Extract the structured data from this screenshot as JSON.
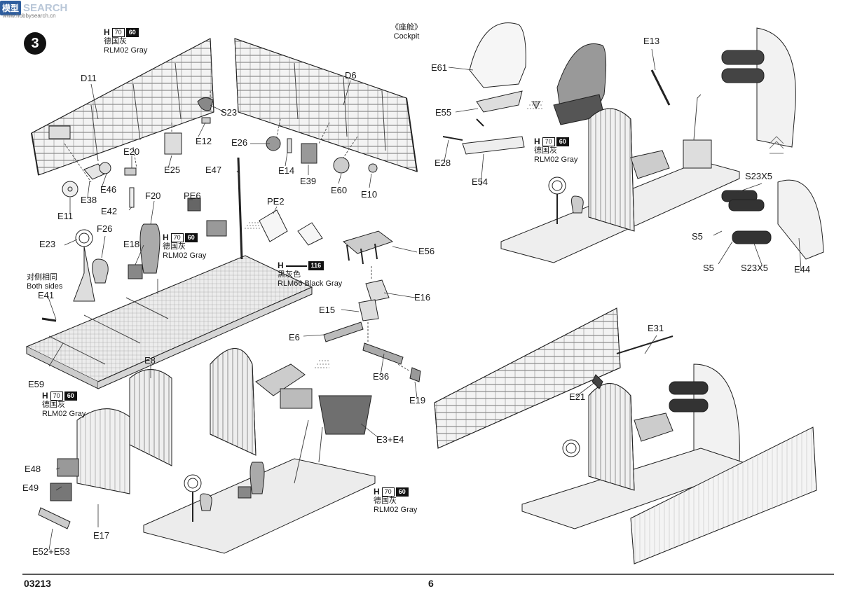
{
  "watermark": {
    "logo": "模型",
    "text": "SEARCH",
    "site": "www.hobbysearch.cn"
  },
  "header": {
    "step_number": "3",
    "caption_cn": "《座舱》",
    "caption_en": "Cockpit"
  },
  "paint_callouts": [
    {
      "id": "p1",
      "h": "H",
      "c1": "70",
      "c2": "60",
      "cn": "德国灰",
      "en": "RLM02 Gray"
    },
    {
      "id": "p2",
      "h": "H",
      "c1": "70",
      "c2": "60",
      "cn": "德国灰",
      "en": "RLM02 Gray"
    },
    {
      "id": "p3",
      "h": "H",
      "c1": "70",
      "c2": "60",
      "cn": "德国灰",
      "en": "RLM02 Gray"
    },
    {
      "id": "p4",
      "h": "H",
      "c1": "",
      "c2": "116",
      "cn": "黑灰色",
      "en": "RLM66 Black Gray"
    },
    {
      "id": "p5",
      "h": "H",
      "c1": "70",
      "c2": "60",
      "cn": "德国灰",
      "en": "RLM02 Gray"
    },
    {
      "id": "p6",
      "h": "H",
      "c1": "70",
      "c2": "60",
      "cn": "德国灰",
      "en": "RLM02 Gray"
    }
  ],
  "both_sides": {
    "cn": "对侧相同",
    "en": "Both sides"
  },
  "parts": {
    "D11": "D11",
    "D6": "D6",
    "S23": "S23",
    "E12": "E12",
    "E26": "E26",
    "E14": "E14",
    "E39": "E39",
    "E60": "E60",
    "E10": "E10",
    "E25": "E25",
    "E20": "E20",
    "E46": "E46",
    "E38": "E38",
    "E42": "E42",
    "E11": "E11",
    "E47": "E47",
    "F20": "F20",
    "PE6": "PE6",
    "PE2": "PE2",
    "E23": "E23",
    "F26": "F26",
    "E18": "E18",
    "E41": "E41",
    "E59": "E59",
    "E8": "E8",
    "E48": "E48",
    "E49": "E49",
    "E17": "E17",
    "E52E53": "E52+E53",
    "E56": "E56",
    "E16": "E16",
    "E15": "E15",
    "E6": "E6",
    "E36": "E36",
    "E19": "E19",
    "E3E4": "E3+E4",
    "E61": "E61",
    "E55": "E55",
    "E28": "E28",
    "E54": "E54",
    "E13": "E13",
    "S23X5a": "S23X5",
    "S5a": "S5",
    "S5b": "S5",
    "S23X5b": "S23X5",
    "E44": "E44",
    "E31": "E31",
    "E21": "E21"
  },
  "footer": {
    "code": "03213",
    "page": "6"
  }
}
